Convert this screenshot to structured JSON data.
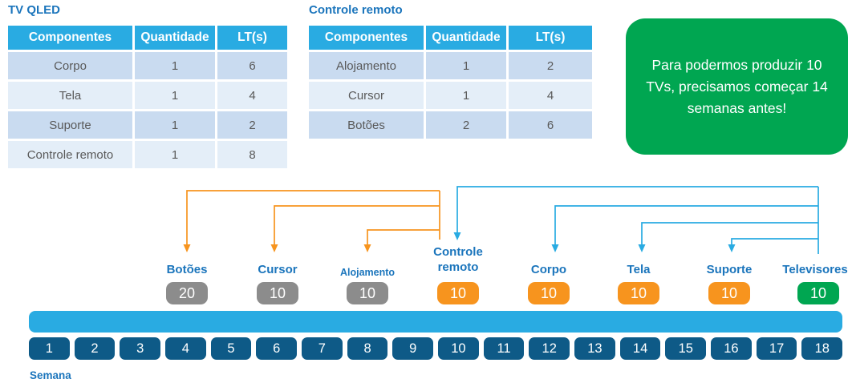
{
  "tables": [
    {
      "title": "TV QLED",
      "headers": [
        "Componentes",
        "Quantidade",
        "LT(s)"
      ],
      "rows": [
        [
          "Corpo",
          "1",
          "6"
        ],
        [
          "Tela",
          "1",
          "4"
        ],
        [
          "Suporte",
          "1",
          "2"
        ],
        [
          "Controle remoto",
          "1",
          "8"
        ]
      ]
    },
    {
      "title": "Controle remoto",
      "headers": [
        "Componentes",
        "Quantidade",
        "LT(s)"
      ],
      "rows": [
        [
          "Alojamento",
          "1",
          "2"
        ],
        [
          "Cursor",
          "1",
          "4"
        ],
        [
          "Botões",
          "2",
          "6"
        ]
      ]
    }
  ],
  "callout": {
    "text": "Para podermos produzir 10 TVs, precisamos começar 14 semanas antes!"
  },
  "timeline": {
    "axis_label": "Semana",
    "weeks": [
      "1",
      "2",
      "3",
      "4",
      "5",
      "6",
      "7",
      "8",
      "9",
      "10",
      "11",
      "12",
      "13",
      "14",
      "15",
      "16",
      "17",
      "18"
    ],
    "items": [
      {
        "label": "Botões",
        "value": "20",
        "week": 4,
        "color": "#8C8C8C"
      },
      {
        "label": "Cursor",
        "value": "10",
        "week": 6,
        "color": "#8C8C8C"
      },
      {
        "label": "Alojamento",
        "value": "10",
        "week": 8,
        "color": "#8C8C8C"
      },
      {
        "label": "Controle remoto",
        "value": "10",
        "week": 10,
        "color": "#F7941E"
      },
      {
        "label": "Corpo",
        "value": "10",
        "week": 12,
        "color": "#F7941E"
      },
      {
        "label": "Tela",
        "value": "10",
        "week": 14,
        "color": "#F7941E"
      },
      {
        "label": "Suporte",
        "value": "10",
        "week": 16,
        "color": "#F7941E"
      },
      {
        "label": "Televisores",
        "value": "10",
        "week": 18,
        "color": "#00A651"
      }
    ]
  },
  "colors": {
    "header_cyan": "#29ABE2",
    "bar_cyan": "#29ABE2",
    "week_navy": "#0E5A87",
    "title_blue": "#1B75BC",
    "row_dark": "#C9DBF0",
    "row_light": "#E4EEF8",
    "cell_text": "#595959",
    "badge_gray": "#8C8C8C",
    "badge_orange": "#F7941E",
    "badge_green": "#00A651",
    "connector_orange": "#F7941E",
    "connector_blue": "#29ABE2",
    "callout_green": "#00A651"
  }
}
